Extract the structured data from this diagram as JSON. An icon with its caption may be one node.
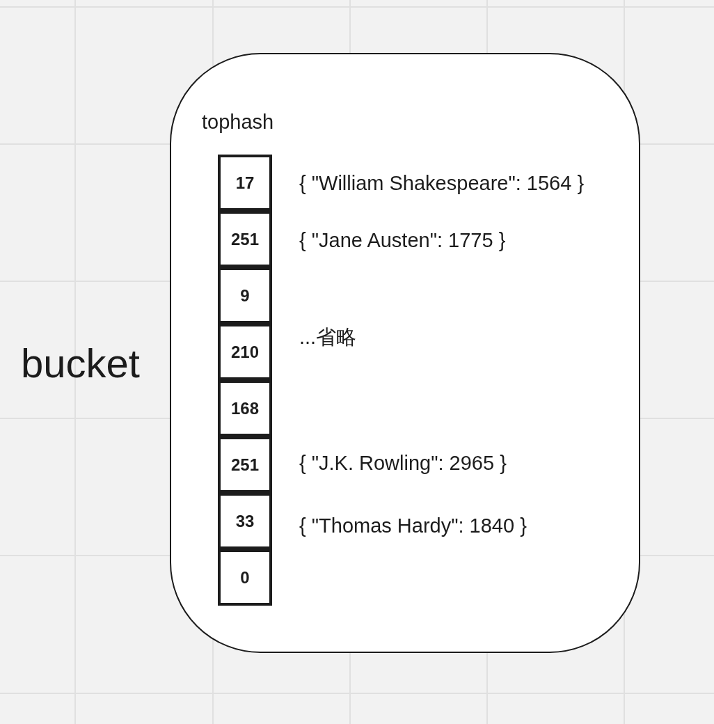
{
  "diagram": {
    "nodes": [
      {
        "text": [],
        "shape": "box",
        "beside": [
          "bucket"
        ]
      },
      {
        "text": [
          "tophash"
        ],
        "in": 0
      },
      {
        "text": [
          "17"
        ],
        "in": 1
      },
      {
        "text": [
          "251"
        ],
        "in": 1
      },
      {
        "text": [
          "9"
        ],
        "in": 1
      },
      {
        "text": [
          "210"
        ],
        "in": 1
      },
      {
        "text": [
          "168"
        ],
        "in": 1
      },
      {
        "text": [
          "251"
        ],
        "in": 1
      },
      {
        "text": [
          "33"
        ],
        "in": 1
      },
      {
        "text": [
          "0"
        ],
        "in": 1
      }
    ],
    "labels": [
      "{ \"William Shakespeare\": 1564 }",
      "{ \"Jane Austen\": 1775 }",
      "...省略",
      "{ \"J.K. Rowling\": 2965 }",
      "{ \"Thomas Hardy\": 1840 }"
    ]
  }
}
